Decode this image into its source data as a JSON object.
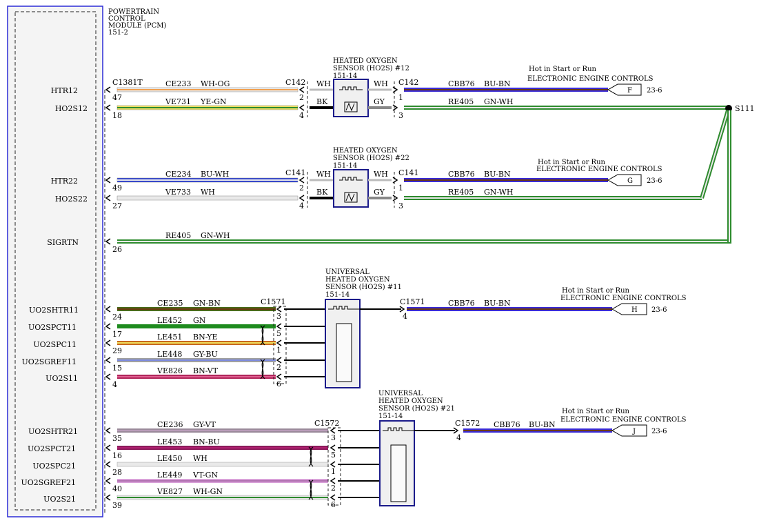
{
  "pcm": {
    "title_lines": [
      "POWERTRAIN",
      "CONTROL",
      "MODULE (PCM)",
      "151-2"
    ],
    "connector": "C1381T",
    "box_color": "#2b2bd6"
  },
  "pcm_pins": [
    {
      "label": "HTR12",
      "pin": "47"
    },
    {
      "label": "HO2S12",
      "pin": "18"
    },
    {
      "label": "HTR22",
      "pin": "49"
    },
    {
      "label": "HO2S22",
      "pin": "27"
    },
    {
      "label": "SIGRTN",
      "pin": "26"
    },
    {
      "label": "UO2SHTR11",
      "pin": "24"
    },
    {
      "label": "UO2SPCT11",
      "pin": "17"
    },
    {
      "label": "UO2SPC11",
      "pin": "29"
    },
    {
      "label": "UO2SGREF11",
      "pin": "15"
    },
    {
      "label": "UO2S11",
      "pin": "4"
    },
    {
      "label": "UO2SHTR21",
      "pin": "35"
    },
    {
      "label": "UO2SPCT21",
      "pin": "16"
    },
    {
      "label": "UO2SPC21",
      "pin": "28"
    },
    {
      "label": "UO2SGREF21",
      "pin": "40"
    },
    {
      "label": "UO2S21",
      "pin": "39"
    }
  ],
  "wires": [
    {
      "circuit": "CE233",
      "color": "WH-OG",
      "end_pin": "2",
      "hex": [
        "#e9e9e9",
        "#f0a050"
      ]
    },
    {
      "circuit": "VE731",
      "color": "YE-GN",
      "end_pin": "4",
      "hex": [
        "#f0e060",
        "#2e8b2e"
      ]
    },
    {
      "circuit": "CE234",
      "color": "BU-WH",
      "end_pin": "2",
      "hex": [
        "#2b3fd6",
        "#e9e9e9"
      ]
    },
    {
      "circuit": "VE733",
      "color": "WH",
      "end_pin": "4",
      "hex": [
        "#e9e9e9"
      ]
    },
    {
      "circuit": "RE405",
      "color": "GN-WH",
      "end_pin": "",
      "hex": [
        "#2e8b2e",
        "#e9e9e9"
      ]
    },
    {
      "circuit": "CE235",
      "color": "GN-BN",
      "end_pin": "3",
      "hex": [
        "#4a6b1a",
        "#6b3a10"
      ]
    },
    {
      "circuit": "LE452",
      "color": "GN",
      "end_pin": "5",
      "hex": [
        "#1e8b1e"
      ]
    },
    {
      "circuit": "LE451",
      "color": "BN-YE",
      "end_pin": "1",
      "hex": [
        "#c86a1e",
        "#f0e060"
      ]
    },
    {
      "circuit": "LE448",
      "color": "GY-BU",
      "end_pin": "2",
      "hex": [
        "#a0a0a0",
        "#7d8be0"
      ]
    },
    {
      "circuit": "VE826",
      "color": "BN-VT",
      "end_pin": "6",
      "hex": [
        "#b0245a",
        "#e06090"
      ]
    },
    {
      "circuit": "CE236",
      "color": "GY-VT",
      "end_pin": "3",
      "hex": [
        "#9a8a9a",
        "#b89cb8"
      ]
    },
    {
      "circuit": "LE453",
      "color": "BN-BU",
      "end_pin": "5",
      "hex": [
        "#8b1a5a",
        "#b02070"
      ]
    },
    {
      "circuit": "LE450",
      "color": "WH",
      "end_pin": "1",
      "hex": [
        "#e9e9e9"
      ]
    },
    {
      "circuit": "LE449",
      "color": "VT-GN",
      "end_pin": "2",
      "hex": [
        "#d8a0d8",
        "#b070b0"
      ]
    },
    {
      "circuit": "VE827",
      "color": "WH-GN",
      "end_pin": "6",
      "hex": [
        "#e9e9e9",
        "#2e8b2e"
      ]
    }
  ],
  "sensors": {
    "ho2s12": {
      "title_lines": [
        "HEATED OXYGEN",
        "SENSOR (HO2S) #12",
        "151-14"
      ],
      "in_conn": "C142",
      "out_conn": "C142",
      "left_wires": [
        "WH",
        "BK"
      ],
      "right_wires": [
        "WH",
        "GY"
      ],
      "out_pins": [
        "1",
        "3"
      ],
      "feed_circuit": "CBB76",
      "feed_color": "BU-BN",
      "gnd_circuit": "RE405",
      "gnd_color": "GN-WH",
      "feed_note": "Hot in Start or Run",
      "feed_dest": "ELECTRONIC ENGINE CONTROLS",
      "tag": "F",
      "ref": "23-6"
    },
    "ho2s22": {
      "title_lines": [
        "HEATED OXYGEN",
        "SENSOR (HO2S) #22",
        "151-14"
      ],
      "in_conn": "C141",
      "out_conn": "C141",
      "left_wires": [
        "WH",
        "BK"
      ],
      "right_wires": [
        "WH",
        "GY"
      ],
      "out_pins": [
        "1",
        "3"
      ],
      "feed_circuit": "CBB76",
      "feed_color": "BU-BN",
      "gnd_circuit": "RE405",
      "gnd_color": "GN-WH",
      "feed_note": "Hot in Start or Run",
      "feed_dest": "ELECTRONIC ENGINE CONTROLS",
      "tag": "G",
      "ref": "23-6"
    },
    "uho2s11": {
      "title_lines": [
        "UNIVERSAL",
        "HEATED OXYGEN",
        "SENSOR (HO2S) #11",
        "151-14"
      ],
      "conn": "C1571",
      "out_conn": "C1571",
      "out_pin": "4",
      "feed_circuit": "CBB76",
      "feed_color": "BU-BN",
      "feed_note": "Hot in Start or Run",
      "feed_dest": "ELECTRONIC ENGINE CONTROLS",
      "tag": "H",
      "ref": "23-6"
    },
    "uho2s21": {
      "title_lines": [
        "UNIVERSAL",
        "HEATED OXYGEN",
        "SENSOR (HO2S) #21",
        "151-14"
      ],
      "conn": "C1572",
      "out_conn": "C1572",
      "out_pin": "4",
      "feed_circuit": "CBB76",
      "feed_color": "BU-BN",
      "feed_note": "Hot in Start or Run",
      "feed_dest": "ELECTRONIC ENGINE CONTROLS",
      "tag": "J",
      "ref": "23-6"
    }
  },
  "splice": {
    "label": "S111"
  },
  "colors": {
    "feed": "#3a2bd6",
    "ground": "#2e8b2e",
    "sensor_box": "#1a1a8a"
  }
}
